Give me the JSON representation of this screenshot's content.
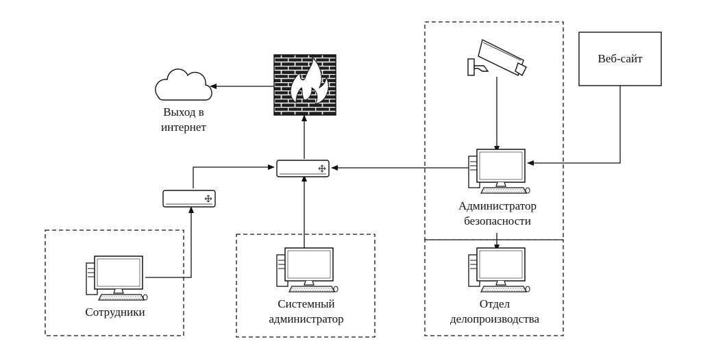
{
  "labels": {
    "internet": [
      "Выход в",
      "интернет"
    ],
    "website": "Веб-сайт",
    "security_admin": [
      "Администратор",
      "безопасности"
    ],
    "records_dept": [
      "Отдел",
      "делопроизводства"
    ],
    "sysadmin": [
      "Системный",
      "администратор"
    ],
    "employees": "Сотрудники"
  },
  "colors": {
    "stroke": "#111111",
    "firewall_brick": "#222222",
    "flame": "#ffffff",
    "background": "#ffffff"
  },
  "icons": [
    "cloud-icon",
    "firewall-icon",
    "switch-icon",
    "cctv-camera-icon",
    "computer-icon"
  ]
}
